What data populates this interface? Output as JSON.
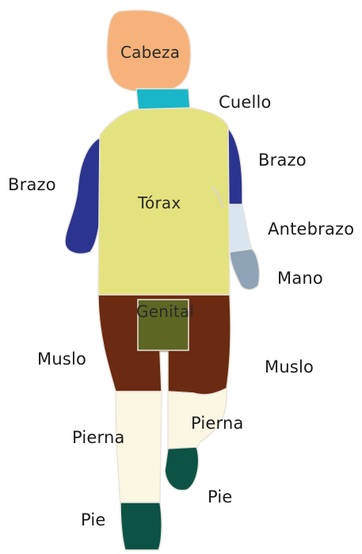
{
  "labels": {
    "cabeza": "Cabeza",
    "cuello": "Cuello",
    "brazo_right": "Brazo",
    "brazo_left": "Brazo",
    "torax": "Tórax",
    "antebrazo": "Antebrazo",
    "mano": "Mano",
    "genital": "Genital",
    "muslo_left": "Muslo",
    "muslo_right": "Muslo",
    "pierna_left": "Pierna",
    "pierna_right": "Pierna",
    "pie_right": "Pie",
    "pie_left": "Pie"
  },
  "colors": {
    "head": "#f6b27a",
    "neck": "#19b6c9",
    "torso": "#e3e27e",
    "upper_arm": "#2b358f",
    "forearm": "#d9e6ef",
    "hand": "#8ea3b6",
    "thigh": "#6b2a12",
    "genital": "#5e6624",
    "leg": "#fbf7e3",
    "foot": "#0c5346"
  }
}
